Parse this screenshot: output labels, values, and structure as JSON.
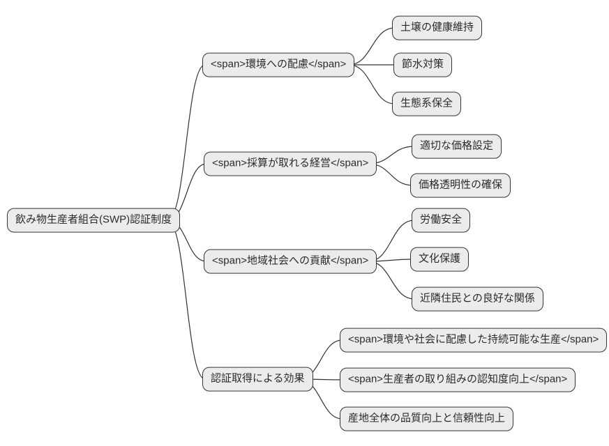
{
  "diagram": {
    "type": "mindmap",
    "root": {
      "label": "飲み物生産者組合(SWP)認証制度"
    },
    "branches": [
      {
        "label": "<span>環境への配慮</span>",
        "children": [
          "土壌の健康維持",
          "節水対策",
          "生態系保全"
        ]
      },
      {
        "label": "<span>採算が取れる経営</span>",
        "children": [
          "適切な価格設定",
          "価格透明性の確保"
        ]
      },
      {
        "label": "<span>地域社会への貢献</span>",
        "children": [
          "労働安全",
          "文化保護",
          "近隣住民との良好な関係"
        ]
      },
      {
        "label": "認証取得による効果",
        "children": [
          "<span>環境や社会に配慮した持続可能な生産</span>",
          "<span>生産者の取り組みの認知度向上</span>",
          "産地全体の品質向上と信頼性向上"
        ]
      }
    ],
    "colors": {
      "background": "#ffffff",
      "node_fill": "#ececec",
      "node_border": "#333333",
      "edge": "#333333",
      "text": "#2b2b2b"
    }
  }
}
